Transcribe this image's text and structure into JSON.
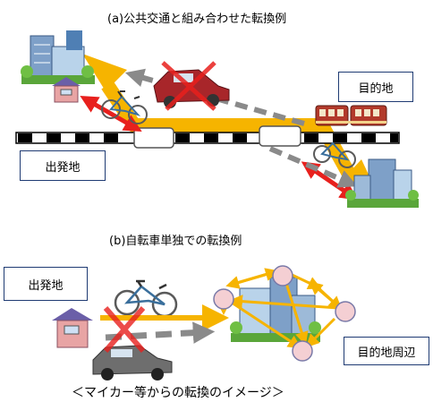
{
  "diagram": {
    "caption_a": "(a)公共交通と組み合わせた転換例",
    "caption_b": "(b)自転車単独での転換例",
    "footer_caption": "＜マイカー等からの転換のイメージ＞",
    "labels": {
      "origin_a": "出発地",
      "destination_a": "目的地",
      "origin_b": "出発地",
      "destination_area_b": "目的地周辺"
    },
    "icons": [
      "building-icon",
      "house-icon",
      "bicycle-icon",
      "car-icon",
      "train-icon",
      "prohibited-mark-icon",
      "arrow-icon"
    ],
    "colors": {
      "route": "#f6b400",
      "red_arrow": "#e8201d",
      "gray_arrow": "#8a8a8a",
      "box_border": "#1f3b73",
      "node": "#f4cfd3"
    }
  }
}
